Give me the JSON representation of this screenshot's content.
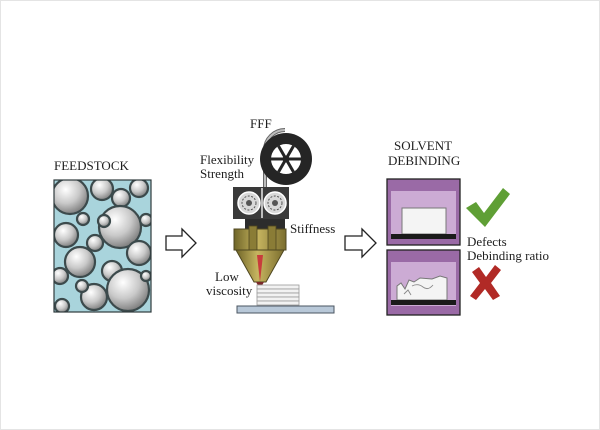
{
  "labels": {
    "feedstock": "FEEDSTOCK",
    "fff": "FFF",
    "flexibility": "Flexibility",
    "strength": "Strength",
    "stiffness": "Stiffness",
    "low": "Low",
    "viscosity": "viscosity",
    "solvent": "SOLVENT",
    "debinding": "DEBINDING",
    "defects": "Defects",
    "debinding_ratio": "Debinding ratio"
  },
  "colors": {
    "binder": "#a9d4dc",
    "particle_dark": "#3c4a4c",
    "chamber": "#9a6aa6",
    "chamber_inner": "#ccabd4",
    "nozzle": "#a9994a",
    "check": "#5f9f35",
    "cross": "#b12a26",
    "bed": "#b8c8d8"
  },
  "icons": [
    "hollow-arrow-icon",
    "check-mark-icon",
    "cross-mark-icon",
    "gear-icon",
    "filament-spool-icon"
  ]
}
